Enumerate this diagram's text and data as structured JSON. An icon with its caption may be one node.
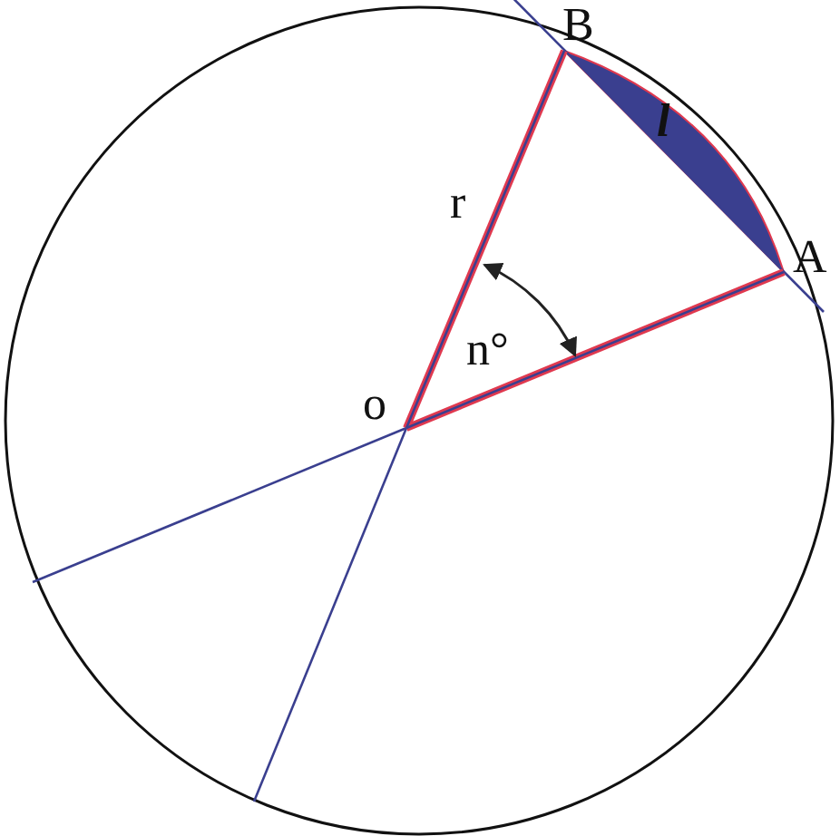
{
  "diagram": {
    "labels": [
      "B",
      "l",
      "r",
      "A",
      "n°",
      "o"
    ]
  }
}
